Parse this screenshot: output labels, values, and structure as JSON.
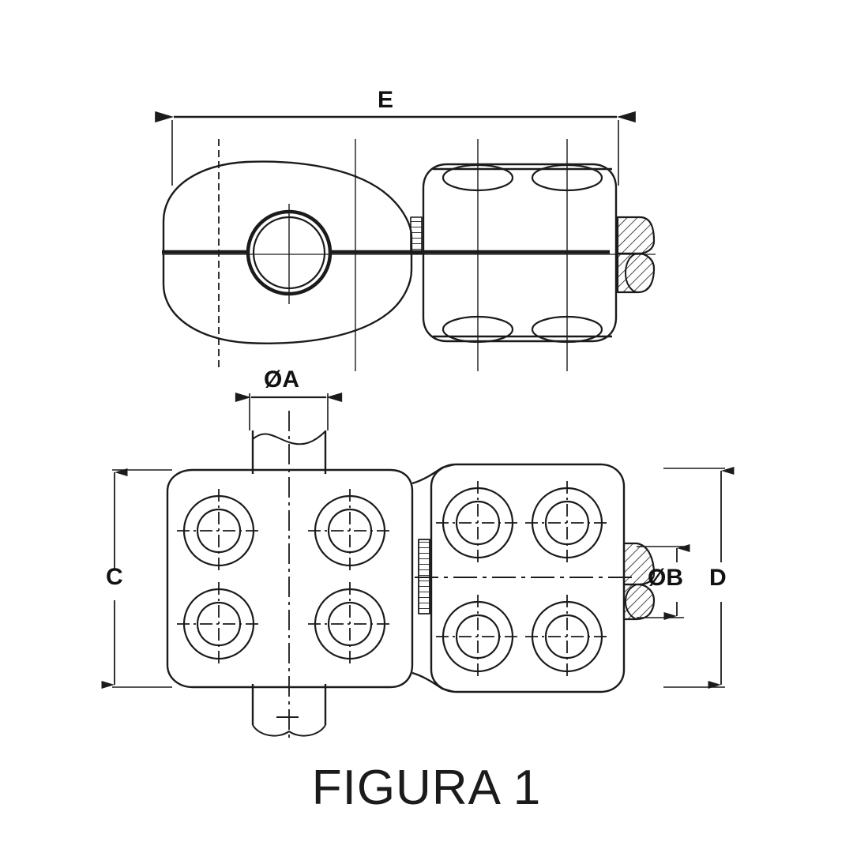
{
  "figure": {
    "caption": "FIGURA 1",
    "background_color": "#ffffff",
    "line_color": "#1b1b1b",
    "hatch_color": "#1b1b1b"
  },
  "dimensions": {
    "E": {
      "label": "E",
      "view": "top",
      "orientation": "horizontal"
    },
    "A": {
      "label": "ØA",
      "view": "bottom",
      "orientation": "horizontal"
    },
    "B": {
      "label": "ØB",
      "view": "bottom",
      "orientation": "vertical"
    },
    "C": {
      "label": "C",
      "view": "bottom",
      "orientation": "vertical"
    },
    "D": {
      "label": "D",
      "view": "bottom",
      "orientation": "vertical"
    }
  },
  "views": {
    "top": {
      "name": "side-elevation-view",
      "description": "Sectioned side elevation of a two-part clamp body with a split line, central bore and bolt head in section"
    },
    "bottom": {
      "name": "plan-view",
      "description": "Plan view of the clamp showing eight hexagon socket bolts, the clamped cylinder and the end bolt head"
    }
  }
}
